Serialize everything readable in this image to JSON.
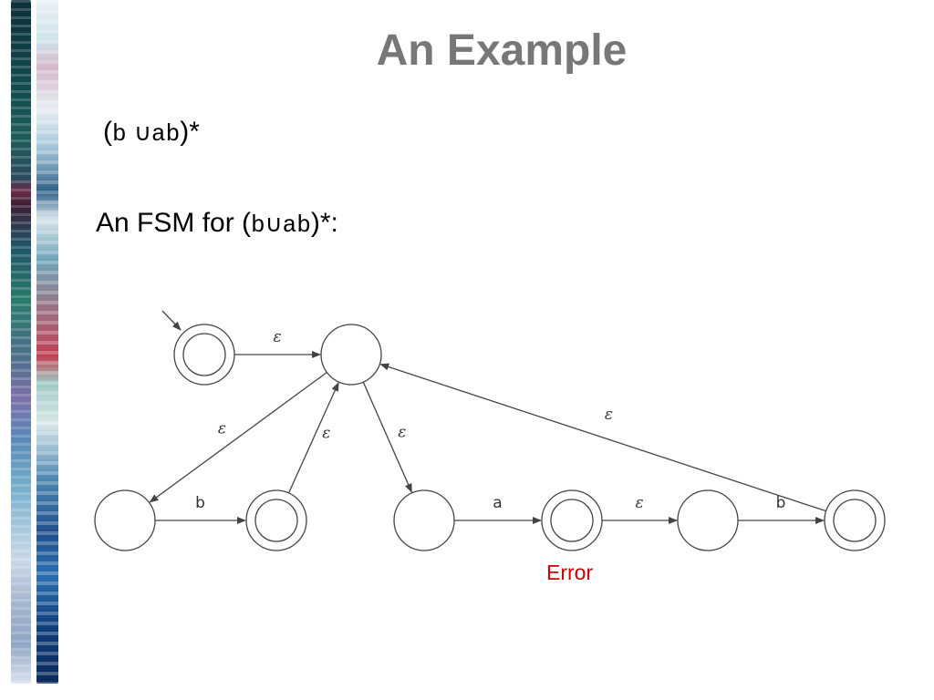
{
  "slide": {
    "title": "An Example"
  },
  "expression": {
    "open_paren": "(",
    "b": "b",
    "union": "∪",
    "ab": "ab",
    "close_star": ")*"
  },
  "fsm_caption": {
    "prefix": "An FSM for (",
    "b": "b",
    "union": "∪",
    "ab": "ab",
    "suffix": ")*:"
  },
  "diagram": {
    "states": [
      {
        "id": "s0",
        "accepting": true,
        "start": true
      },
      {
        "id": "s1",
        "accepting": false
      },
      {
        "id": "s2",
        "accepting": false
      },
      {
        "id": "s3",
        "accepting": true
      },
      {
        "id": "s4",
        "accepting": false
      },
      {
        "id": "s5",
        "accepting": true
      },
      {
        "id": "s6",
        "accepting": false
      },
      {
        "id": "s7",
        "accepting": true
      }
    ],
    "transitions": [
      {
        "from": "s0",
        "to": "s1",
        "label": "ε"
      },
      {
        "from": "s1",
        "to": "s2",
        "label": "ε"
      },
      {
        "from": "s2",
        "to": "s3",
        "label": "b"
      },
      {
        "from": "s3",
        "to": "s1",
        "label": "ε"
      },
      {
        "from": "s1",
        "to": "s4",
        "label": "ε"
      },
      {
        "from": "s4",
        "to": "s5",
        "label": "a"
      },
      {
        "from": "s5",
        "to": "s6",
        "label": "ε"
      },
      {
        "from": "s6",
        "to": "s7",
        "label": "b"
      },
      {
        "from": "s7",
        "to": "s1",
        "label": "ε"
      }
    ],
    "annotation": {
      "text": "Error",
      "color": "#cc0000",
      "attached_to": "s5"
    }
  },
  "colors": {
    "title": "#777777",
    "diagram_stroke": "#444444",
    "annotation": "#cc0000"
  }
}
